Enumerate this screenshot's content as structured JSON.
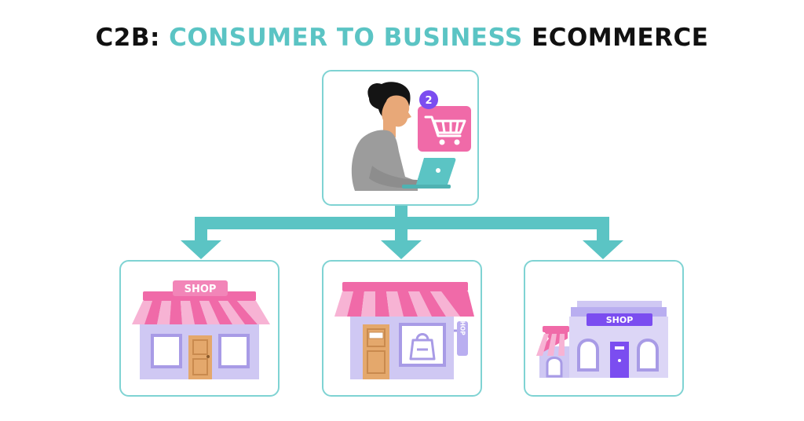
{
  "title": {
    "prefix": "C2B:",
    "highlight": "CONSUMER TO BUSINESS",
    "suffix": "ECOMMERCE"
  },
  "consumer": {
    "cart_badge": "2"
  },
  "shops": [
    {
      "sign": "SHOP"
    },
    {
      "vertical_sign": "SHOP"
    },
    {
      "sign": "SHOP"
    }
  ],
  "colors": {
    "accent": "#5bc4c4",
    "border": "#7fd3d3",
    "pink": "#f06aa8",
    "lavender": "#cfc8f3",
    "purple": "#7b4df0"
  }
}
